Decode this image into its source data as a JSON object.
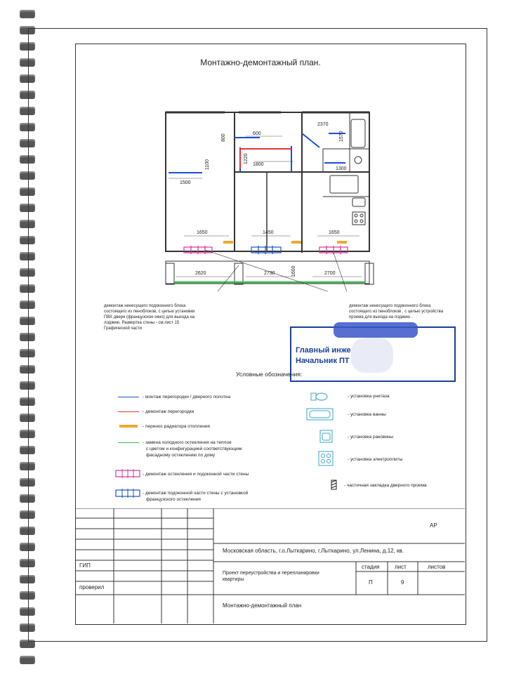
{
  "page": {
    "title": "Монтажно-демонтажный план."
  },
  "plan": {
    "dims": {
      "d2370": "2370",
      "d1570": "1570",
      "d600": "600",
      "d800": "800",
      "d1220": "1220",
      "d1800": "1800",
      "d1300": "1300",
      "d1100": "1100",
      "d1500": "1500",
      "d1650a": "1650",
      "d1450": "1450",
      "d1650b": "1650",
      "d2620": "2620",
      "d2730": "2730",
      "d1600": "1600",
      "d2700": "2700"
    }
  },
  "notes": {
    "left": [
      "демонтаж ненесущего подоконного блока",
      "состоящего из пеноблоков, с целью установки",
      "ПВХ двери (французское окно) для выхода на",
      "лоджию. Развертка стены - см.лист 15",
      "Графической части"
    ],
    "right": [
      "демонтаж ненесущего подоконного блока",
      "состоящего из пеноблоков , с целью устройства",
      "проема для выхода на лоджию ."
    ]
  },
  "stamp": {
    "line1": "Главный инже",
    "line2": "Начальник ПТ"
  },
  "legend": {
    "title": "Условные обозначения:",
    "colors": {
      "blue": "#1a4fd1",
      "red": "#e53333",
      "orange": "#f0a830",
      "green": "#3bb54a",
      "pink": "#e0309a"
    },
    "left": [
      {
        "text": "- монтаж перегородки / дверного полотна"
      },
      {
        "text": "- демонтаж перегородки"
      },
      {
        "text": "- перенос радиатора отопления"
      },
      {
        "text": "- замена холодного остекления на теплое",
        "more": [
          "с цветом и конфигурацией соответствующим",
          "фасадному остеклению по дому"
        ]
      },
      {
        "text": "- демонтаж остекления и подоконной части стены"
      },
      {
        "text": "- демонтаж подоконной части стены с установкой",
        "more": [
          "французского остекления"
        ]
      }
    ],
    "right": [
      {
        "text": "- установка унитаза"
      },
      {
        "text": "- установка ванны"
      },
      {
        "text": "- установка раковины"
      },
      {
        "text": "- установка электроплиты"
      },
      {
        "text": "- частичная закладка дверного проема"
      }
    ]
  },
  "titleblock": {
    "code": "АР",
    "address": "Московская область, г.о.Лыткарино, г.Лыткарино, ул.Ленина, д.12, кв.",
    "project_line1": "Проект переустройства и перепланировки",
    "project_line2": "квартиры",
    "sheet_title": "Монтажно-демонтажный план",
    "gip": "ГИП",
    "checked": "проверил",
    "stage_h": "стадия",
    "sheet_h": "лист",
    "sheets_h": "листов",
    "stage": "П",
    "sheet": "9"
  }
}
